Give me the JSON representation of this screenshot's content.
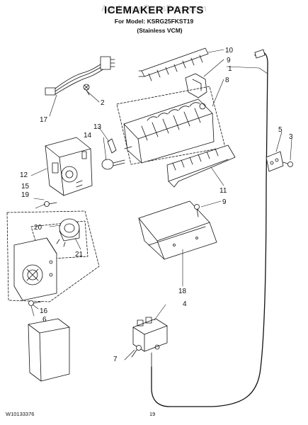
{
  "header": {
    "watermark": "AppliancePartsPros.com",
    "title": "ICEMAKER PARTS",
    "model": "For Model: KSRG25FKST19",
    "variant": "(Stainless VCM)"
  },
  "callouts": [
    "1",
    "2",
    "3",
    "4",
    "5",
    "6",
    "7",
    "8",
    "9",
    "9",
    "10",
    "11",
    "12",
    "13",
    "14",
    "15",
    "16",
    "17",
    "18",
    "19",
    "20",
    "21"
  ],
  "footer": {
    "document_number": "W10133376",
    "page_number": "19"
  }
}
